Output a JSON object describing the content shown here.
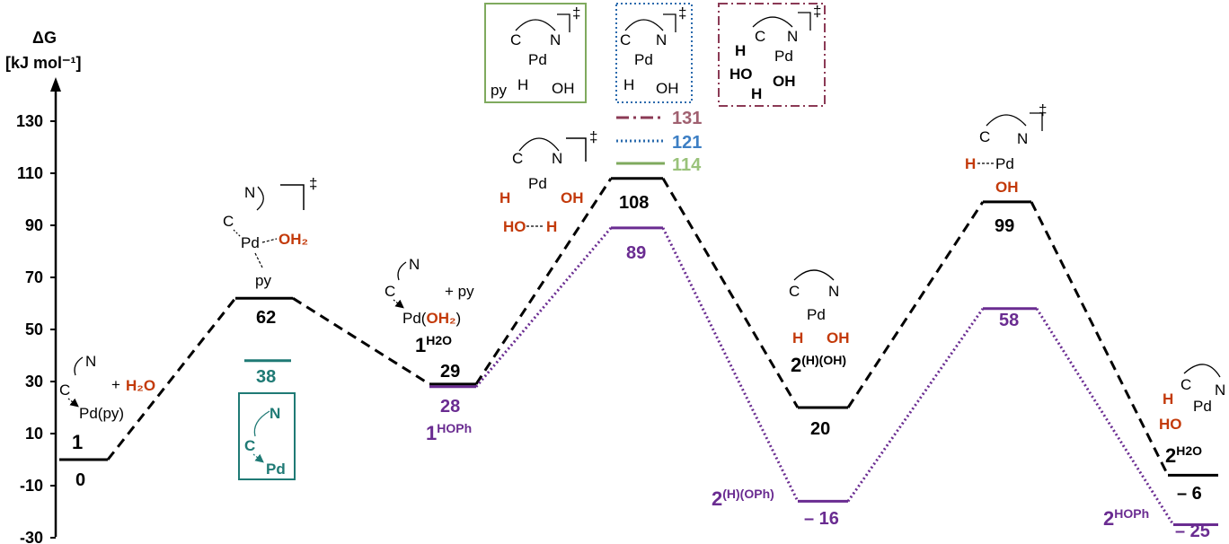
{
  "axis": {
    "title_line1": "ΔG",
    "title_line2": "[kJ mol⁻¹]",
    "ticks": [
      "130",
      "110",
      "90",
      "70",
      "50",
      "30",
      "10",
      "-10",
      "-30"
    ]
  },
  "colors": {
    "black_path": "#000000",
    "purple_path": "#6a2c91",
    "teal": "#1f7a75",
    "red_atom": "#c33a0a",
    "green_ts": "#7faa5e",
    "blue_ts": "#2a6aad",
    "maroon_ts": "#8b3a55",
    "green_val": "#99c27a",
    "blue_val": "#3d7fc4",
    "maroon_val": "#a06070"
  },
  "chart_data": {
    "type": "energy_profile",
    "ylabel": "ΔG [kJ mol⁻¹]",
    "ylim": [
      -30,
      140
    ],
    "series": [
      {
        "style": "dashed",
        "color": "black",
        "points": [
          {
            "label": "1",
            "value": 0
          },
          {
            "label": "TS",
            "value": 62
          },
          {
            "label": "1H2O",
            "value": 29
          },
          {
            "label": "TS",
            "value": 108
          },
          {
            "label": "2(H)(OH)",
            "value": 20
          },
          {
            "label": "TS",
            "value": 99
          },
          {
            "label": "2H2O",
            "value": -6
          }
        ]
      },
      {
        "style": "dotted",
        "color": "purple",
        "points": [
          {
            "label": "1HOPh",
            "value": 28
          },
          {
            "label": "TS",
            "value": 89
          },
          {
            "label": "2(H)(OPh)",
            "value": -16
          },
          {
            "label": "TS",
            "value": 58
          },
          {
            "label": "2HOPh",
            "value": -25
          }
        ]
      }
    ],
    "extra_levels": [
      {
        "value": 38,
        "color": "teal"
      },
      {
        "value": 131,
        "style": "dash-dot",
        "color": "maroon"
      },
      {
        "value": 121,
        "style": "dotted",
        "color": "blue"
      },
      {
        "value": 114,
        "style": "solid",
        "color": "green"
      }
    ]
  },
  "labels": {
    "v0": "0",
    "v62": "62",
    "v38": "38",
    "v29": "29",
    "v28": "28",
    "v108": "108",
    "v89": "89",
    "v20": "20",
    "vm16": "– 16",
    "v99": "99",
    "v58": "58",
    "vm6": "– 6",
    "vm25": "– 25",
    "v131": "131",
    "v121": "121",
    "v114": "114",
    "s1": "1",
    "s1h2o_main": "1",
    "s1h2o_sup": "H2O",
    "s1hoph_main": "1",
    "s1hoph_sup": "HOPh",
    "s2hoh_main": "2",
    "s2hoh_sup": "(H)(OH)",
    "s2hoph_main": "2",
    "s2hoph_sup": "(H)(OPh)",
    "s2h2o_main": "2",
    "s2h2o_sup": "H2O",
    "s2hoph2_main": "2",
    "s2hoph2_sup": "HOPh"
  },
  "structures": {
    "s1": {
      "c": "C",
      "n": "N",
      "pd": "Pd(py)",
      "plus": "+",
      "h2o": "H₂O"
    },
    "ts1": {
      "n": "N",
      "c": "C",
      "pd": "Pd",
      "oh2": "OH₂",
      "py": "py",
      "dagger": "‡"
    },
    "teal_box": {
      "n": "N",
      "c": "C",
      "pd": "Pd"
    },
    "int1": {
      "n": "N",
      "c": "C",
      "plus_py": "+ py",
      "pd": "Pd(",
      "oh2": "OH₂",
      "close": ")"
    },
    "ts2": {
      "c": "C",
      "n": "N",
      "pd": "Pd",
      "h": "H",
      "oh": "OH",
      "ho": "HO",
      "h2": "H",
      "dagger": "‡"
    },
    "box_green": {
      "c": "C",
      "n": "N",
      "pd": "Pd",
      "py": "py",
      "h": "H",
      "oh": "OH",
      "dagger": "‡"
    },
    "box_blue": {
      "c": "C",
      "n": "N",
      "pd": "Pd",
      "h": "H",
      "oh": "OH",
      "dagger": "‡"
    },
    "box_maroon": {
      "h": "H",
      "c": "C",
      "n": "N",
      "pd": "Pd",
      "ho": "HO",
      "oh": "OH",
      "h2": "H",
      "dagger": "‡"
    },
    "int2": {
      "c": "C",
      "n": "N",
      "pd": "Pd",
      "h": "H",
      "oh": "OH"
    },
    "ts3": {
      "c": "C",
      "n": "N",
      "h": "H",
      "pd": "Pd",
      "oh": "OH",
      "dagger": "‡"
    },
    "prod": {
      "h": "H",
      "c": "C",
      "n": "N",
      "pd": "Pd",
      "ho": "HO"
    }
  }
}
